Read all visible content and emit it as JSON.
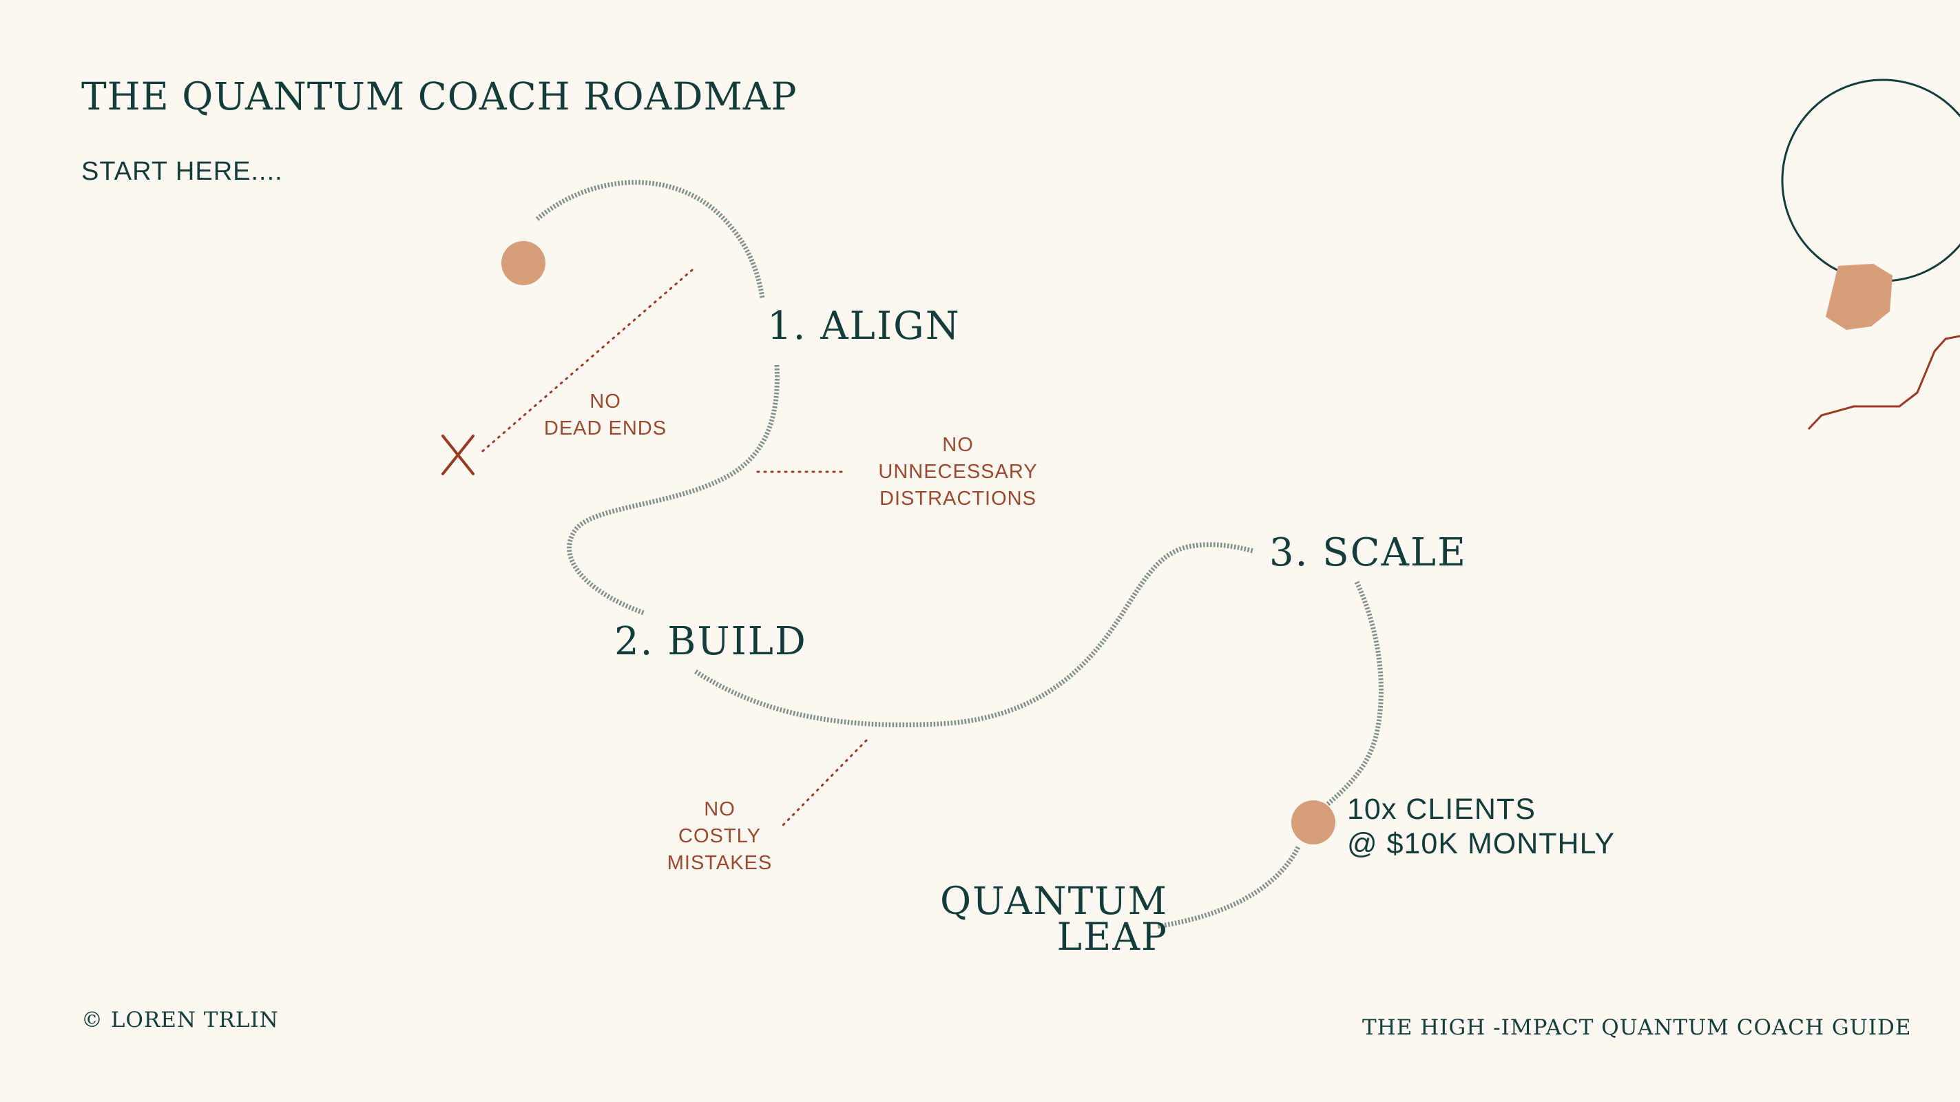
{
  "page": {
    "title": "THE QUANTUM COACH ROADMAP",
    "start_label": "START HERE....",
    "copyright": "© LOREN TRLIN",
    "footer": "THE HIGH -IMPACT QUANTUM COACH GUIDE"
  },
  "steps": {
    "align": "1. ALIGN",
    "build": "2. BUILD",
    "scale": "3. SCALE",
    "leap_line1": "QUANTUM",
    "leap_line2": "LEAP"
  },
  "notes": {
    "dead_ends": {
      "line1": "NO",
      "line2": "DEAD ENDS"
    },
    "distractions": {
      "line1": "NO",
      "line2": "UNNECESSARY",
      "line3": "DISTRACTIONS"
    },
    "mistakes": {
      "line1": "NO",
      "line2": "COSTLY",
      "line3": "MISTAKES"
    }
  },
  "result": {
    "line1": "10x CLIENTS",
    "line2": "@ $10K MONTHLY"
  },
  "colors": {
    "background": "#fcf7f0",
    "dark_green": "#123d3b",
    "path_gray": "#7f8f89",
    "accent_peach": "#d79f79",
    "rust": "#9b3a22"
  }
}
